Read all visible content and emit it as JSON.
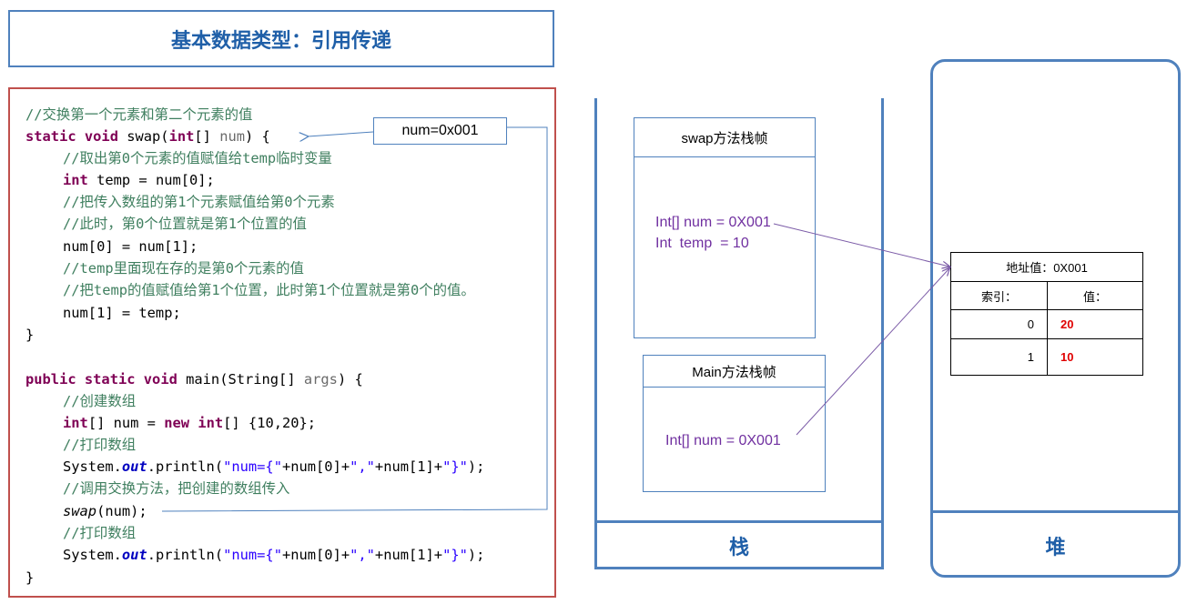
{
  "title": "基本数据类型：引用传递",
  "code": {
    "l1": "//交换第一个元素和第二个元素的值",
    "l2_kw1": "static",
    "l2_kw2": "void",
    "l2_name": " swap(",
    "l2_kw3": "int",
    "l2_rest": "[] ",
    "l2_param": "num",
    "l2_end": ") {",
    "l3": "//取出第0个元素的值赋值给temp临时变量",
    "l4_kw": "int",
    "l4_rest": " temp = num[0];",
    "l5": "//把传入数组的第1个元素赋值给第0个元素",
    "l6": "//此时，第0个位置就是第1个位置的值",
    "l7": "num[0] = num[1];",
    "l8": "//temp里面现在存的是第0个元素的值",
    "l9": "//把temp的值赋值给第1个位置，此时第1个位置就是第0个的值。",
    "l10": "num[1] = temp;",
    "l11": "}",
    "l13_kw1": "public",
    "l13_kw2": "static",
    "l13_kw3": "void",
    "l13_rest": " main(String[] ",
    "l13_param": "args",
    "l13_end": ") {",
    "l14": "//创建数组",
    "l15_kw1": "int",
    "l15_mid": "[] num = ",
    "l15_kw2": "new",
    "l15_kw3": "int",
    "l15_end": "[] {10,20};",
    "l16": "//打印数组",
    "l17_a": "System.",
    "l17_out": "out",
    "l17_b": ".println(",
    "l17_s1": "\"num={\"",
    "l17_c": "+num[0]+",
    "l17_s2": "\",\"",
    "l17_d": "+num[1]+",
    "l17_s3": "\"}\"",
    "l17_e": ");",
    "l18": "//调用交换方法，把创建的数组传入",
    "l19_it": "swap",
    "l19_rest": "(num);",
    "l20": "//打印数组",
    "l21_a": "System.",
    "l21_out": "out",
    "l21_b": ".println(",
    "l21_s1": "\"num={\"",
    "l21_c": "+num[0]+",
    "l21_s2": "\",\"",
    "l21_d": "+num[1]+",
    "l21_s3": "\"}\"",
    "l21_e": ");",
    "l22": "}"
  },
  "callout": "num=0x001",
  "stack": {
    "label": "栈",
    "swap_frame": {
      "title": "swap方法栈帧",
      "line1": "Int[] num = 0X001",
      "line2": "Int  temp  = 10"
    },
    "main_frame": {
      "title": "Main方法栈帧",
      "line1": "Int[] num = 0X001"
    }
  },
  "heap": {
    "label": "堆",
    "address_label": "地址值：0X001",
    "col_index": "索引：",
    "col_value": "值：",
    "rows": [
      {
        "index": "0",
        "value": "20"
      },
      {
        "index": "1",
        "value": "10"
      }
    ]
  },
  "colors": {
    "accent": "#4f81bd",
    "code_border": "#c0504d",
    "frame_text": "#7030a0",
    "arrow": "#7b5ba7",
    "value_red": "#e00000"
  }
}
